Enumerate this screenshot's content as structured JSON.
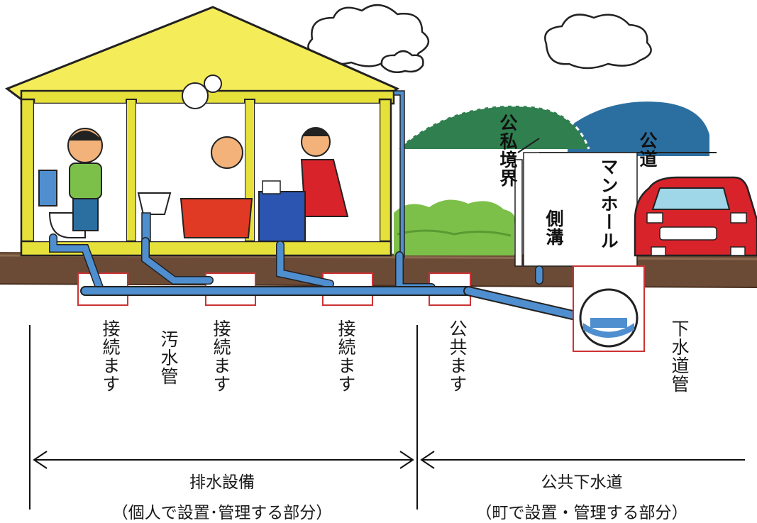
{
  "labels": {
    "connection_box_1": "接続ます",
    "sewage_pipe": "汚水管",
    "connection_box_2": "接続ます",
    "connection_box_3": "接続ます",
    "public_box": "公共ます",
    "sewer_main": "下水道管",
    "boundary": "公私境界",
    "public_road": "公道",
    "manhole": "マンホール",
    "side_ditch": "側溝"
  },
  "sections": {
    "private": {
      "title": "排水設備",
      "subtitle": "（個人で設置･管理する部分）"
    },
    "public": {
      "title": "公共下水道",
      "subtitle": "（町で設置・管理する部分）"
    }
  },
  "colors": {
    "roof": "#f5ec5a",
    "house_frame": "#e6e03a",
    "water": "#4f8fcf",
    "ground": "#6b4a36",
    "hill": "#2f7f4f",
    "hill_far": "#2b6fa0",
    "bush": "#7cc04a",
    "car": "#d8232a"
  }
}
